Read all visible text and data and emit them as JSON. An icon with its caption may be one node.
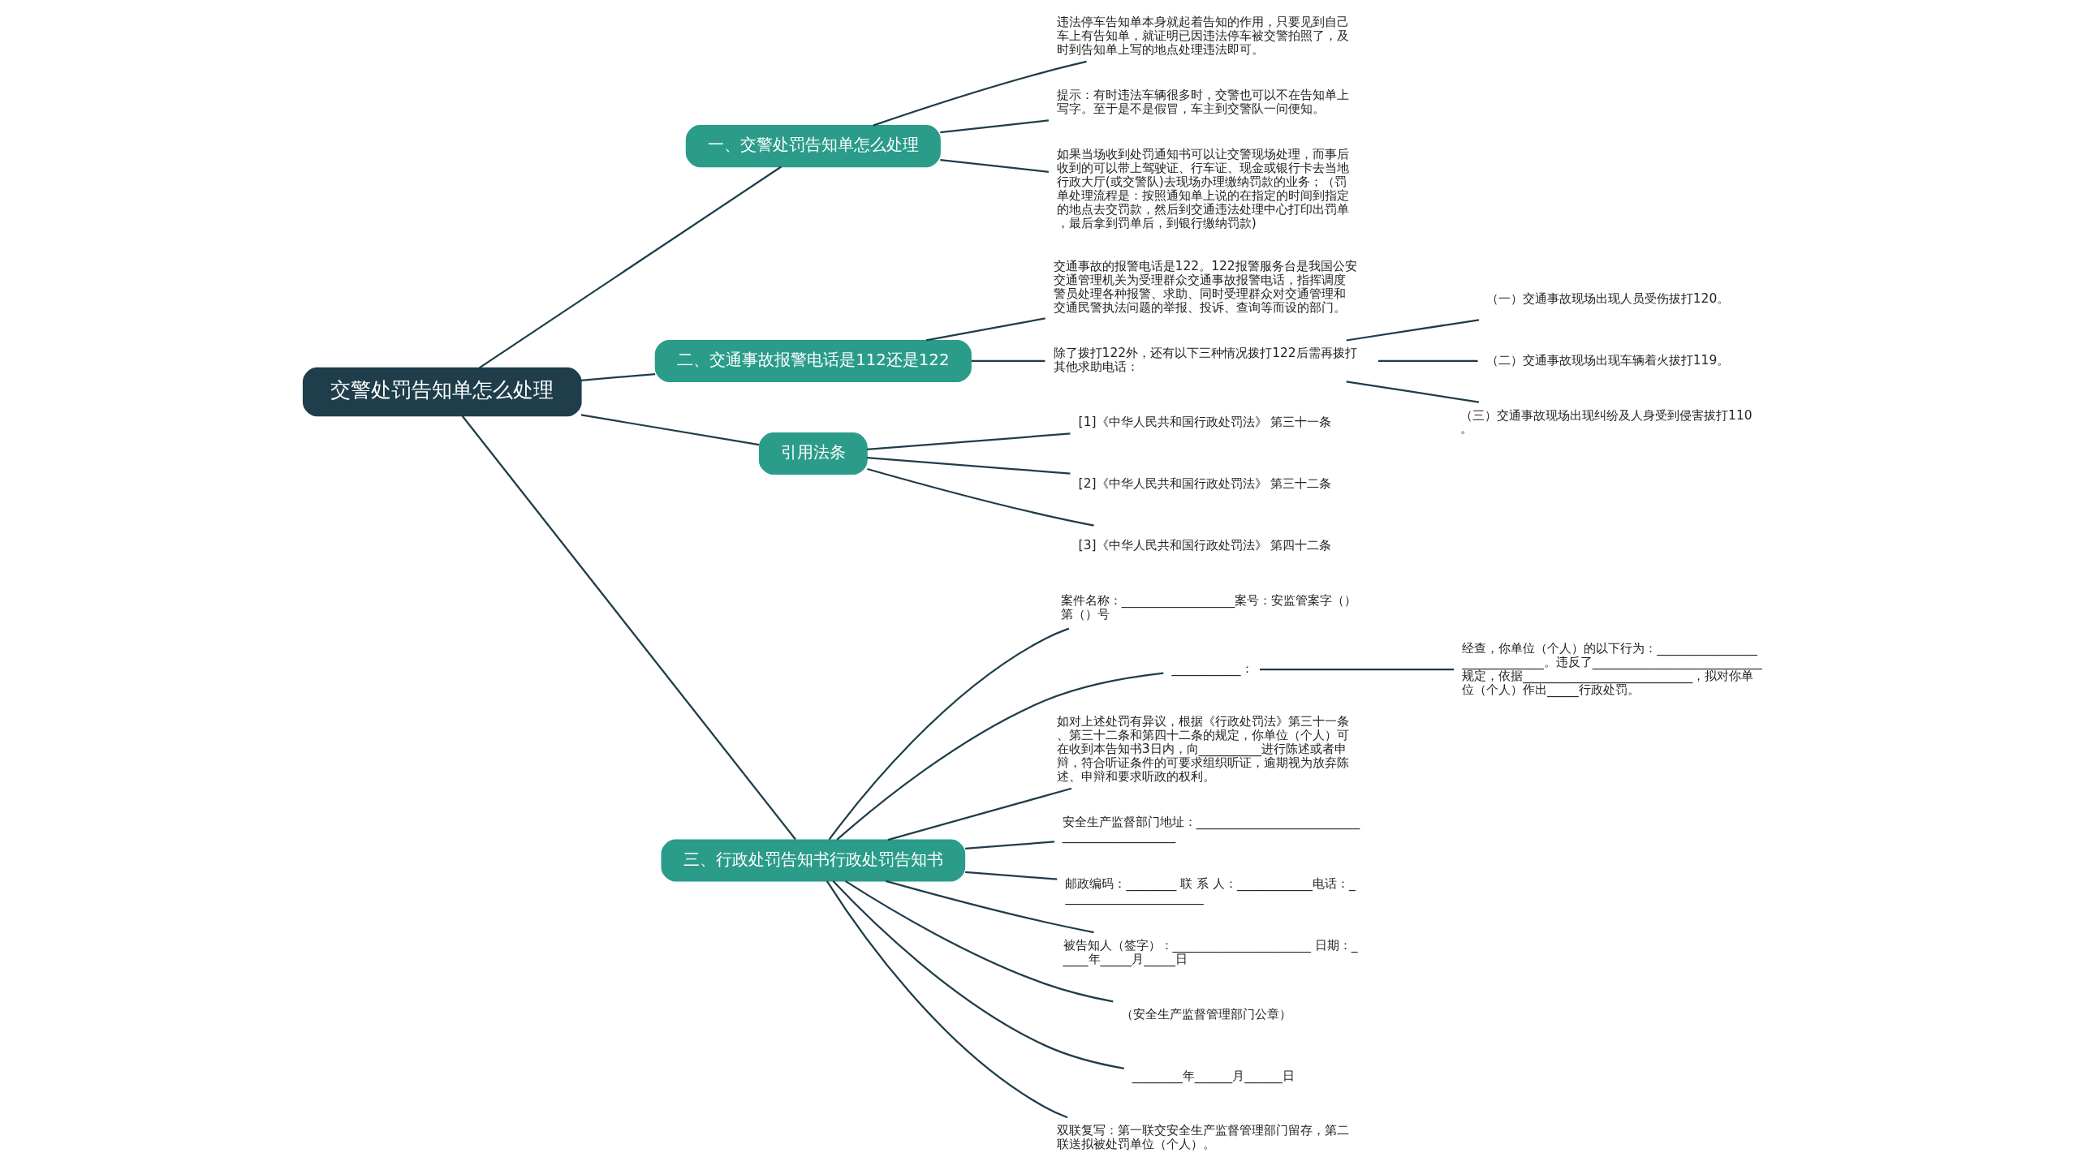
{
  "diagram": {
    "nodes": [
      {
        "text": [
          "交警处罚告知单怎么处理"
        ]
      },
      {
        "text": [
          "一、交警处罚告知单怎么处理"
        ]
      },
      {
        "text": [
          "违法停车告知单本身就起着告知的作用，只要见到自己车上有告知单，就证明已因违法停车被交警拍照了，及时到告知单上写的地点处理违法即可。"
        ]
      },
      {
        "text": [
          "提示：有时违法车辆很多时，交警也可以不在告知单上写字。至于是不是假冒，车主到交警队一问便知。"
        ]
      },
      {
        "text": [
          "如果当场收到处罚通知书可以让交警现场处理，而事后收到的可以带上驾驶证、行车证、现金或银行卡去当地行政大厅(或交警队)去现场办理缴纳罚款的业务；（罚单处理流程是：按照通知单上说的在指定的时间到指定的地点去交罚款，然后到交通违法处理中心打印出罚单，最后拿到罚单后，到银行缴纳罚款)"
        ]
      },
      {
        "text": [
          "二、交通事故报警电话是112还是122"
        ]
      },
      {
        "text": [
          "交通事故的报警电话是122。122报警服务台是我国公安交通管理机关为受理群众交通事故报警电话，指挥调度警员处理各种报警、求助、同时受理群众对交通管理和交通民警执法问题的举报、投诉、查询等而设的部门。"
        ]
      },
      {
        "text": [
          "除了拨打122外，还有以下三种情况拨打122后需再拨打其他求助电话："
        ]
      },
      {
        "text": [
          "（一）交通事故现场出现人员受伤拔打120。"
        ]
      },
      {
        "text": [
          "（二）交通事故现场出现车辆着火拔打119。"
        ]
      },
      {
        "text": [
          "（三）交通事故现场出现纠纷及人身受到侵害拔打110。"
        ]
      },
      {
        "text": [
          "引用法条"
        ]
      },
      {
        "text": [
          "[1]《中华人民共和国行政处罚法》 第三十一条"
        ]
      },
      {
        "text": [
          "[2]《中华人民共和国行政处罚法》 第三十二条"
        ]
      },
      {
        "text": [
          "[3]《中华人民共和国行政处罚法》 第四十二条"
        ]
      },
      {
        "text": [
          "三、行政处罚告知书行政处罚告知书"
        ]
      },
      {
        "text": [
          "案件名称：__________________案号：安监管案字（）第（）号"
        ]
      },
      {
        "text": [
          "___________："
        ]
      },
      {
        "text": [
          "经查，你单位（个人）的以下行为：_____________________________。违反了___________________________规定，依据___________________________，拟对你单位（个人）作出_____行政处罚。"
        ]
      },
      {
        "text": [
          "如对上述处罚有异议，根据《行政处罚法》第三十一条、第三十二条和第四十二条的规定，你单位（个人）可在收到本告知书3日内，向__________进行陈述或者申辩，符合听证条件的可要求组织听证，逾期视为放弃陈述、申辩和要求听政的权利。"
        ]
      },
      {
        "text": [
          "安全生产监督部门地址：____________________________________________"
        ]
      },
      {
        "text": [
          "邮政编码：________ 联 系 人：____________电话：_______________________"
        ]
      },
      {
        "text": [
          "被告知人（签字）：______________________ 日期：_____年_____月_____日"
        ]
      },
      {
        "text": [
          "（安全生产监督管理部门公章）"
        ]
      },
      {
        "text": [
          "________年______月______日"
        ]
      },
      {
        "text": [
          "双联复写：第一联交安全生产监督管理部门留存，第二联送拟被处罚单位（个人）。"
        ]
      }
    ],
    "edges": [
      {
        "from": 0,
        "to": 1,
        "arrow": "none"
      },
      {
        "from": 1,
        "to": 2,
        "arrow": "none"
      },
      {
        "from": 1,
        "to": 3,
        "arrow": "none"
      },
      {
        "from": 1,
        "to": 4,
        "arrow": "none"
      },
      {
        "from": 0,
        "to": 5,
        "arrow": "none"
      },
      {
        "from": 5,
        "to": 6,
        "arrow": "none"
      },
      {
        "from": 5,
        "to": 7,
        "arrow": "none"
      },
      {
        "from": 7,
        "to": 8,
        "arrow": "none"
      },
      {
        "from": 7,
        "to": 9,
        "arrow": "none"
      },
      {
        "from": 7,
        "to": 10,
        "arrow": "none"
      },
      {
        "from": 0,
        "to": 11,
        "arrow": "none"
      },
      {
        "from": 11,
        "to": 12,
        "arrow": "none"
      },
      {
        "from": 11,
        "to": 13,
        "arrow": "none"
      },
      {
        "from": 11,
        "to": 14,
        "arrow": "none"
      },
      {
        "from": 0,
        "to": 15,
        "arrow": "none"
      },
      {
        "from": 15,
        "to": 16,
        "arrow": "none"
      },
      {
        "from": 15,
        "to": 17,
        "arrow": "none"
      },
      {
        "from": 17,
        "to": 18,
        "arrow": "none"
      },
      {
        "from": 15,
        "to": 19,
        "arrow": "none"
      },
      {
        "from": 15,
        "to": 20,
        "arrow": "none"
      },
      {
        "from": 15,
        "to": 21,
        "arrow": "none"
      },
      {
        "from": 15,
        "to": 22,
        "arrow": "none"
      },
      {
        "from": 15,
        "to": 23,
        "arrow": "none"
      },
      {
        "from": 15,
        "to": 24,
        "arrow": "none"
      },
      {
        "from": 15,
        "to": 25,
        "arrow": "none"
      }
    ]
  }
}
